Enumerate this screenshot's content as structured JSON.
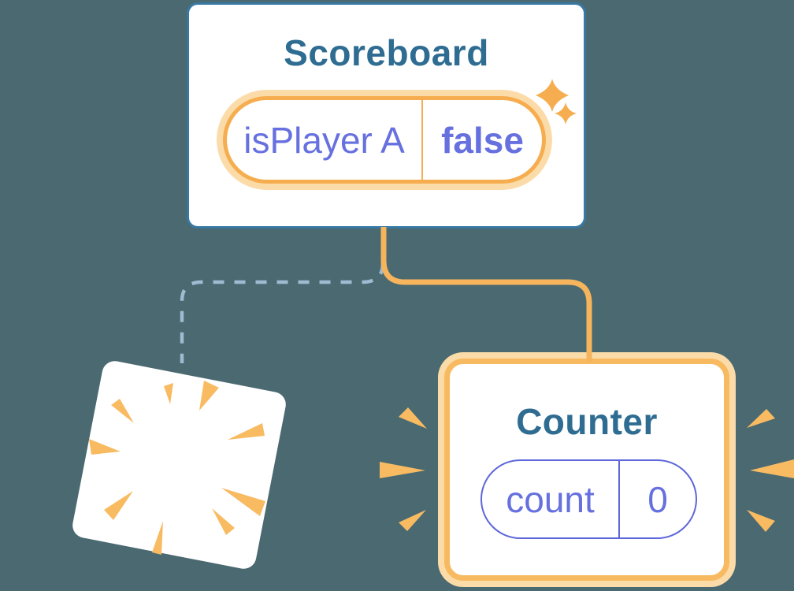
{
  "colors": {
    "bg": "#4A6971",
    "card-bg": "#FFFFFF",
    "blue-border": "#3779A3",
    "blue-text": "#2E6C92",
    "purple-text": "#6670DF",
    "purple-border": "#5E67DA",
    "orange-ring": "#F6AD4F",
    "orange-halo": "#FBDCA9",
    "counter-border": "#F8BA60",
    "connector": "#F6B45C",
    "burst": "#F8BB62",
    "dash": "#9EBBD1"
  },
  "scoreboard": {
    "title": "Scoreboard",
    "state": {
      "key": "isPlayer A",
      "value": "false"
    }
  },
  "counter": {
    "title": "Counter",
    "state": {
      "key": "count",
      "value": "0"
    }
  },
  "icons": {
    "sparkle": "four-point star (new state highlight)",
    "poof_burst": "radial wedge burst (component destroyed)",
    "emphasis": "wedge dash marks (component re-created)"
  }
}
